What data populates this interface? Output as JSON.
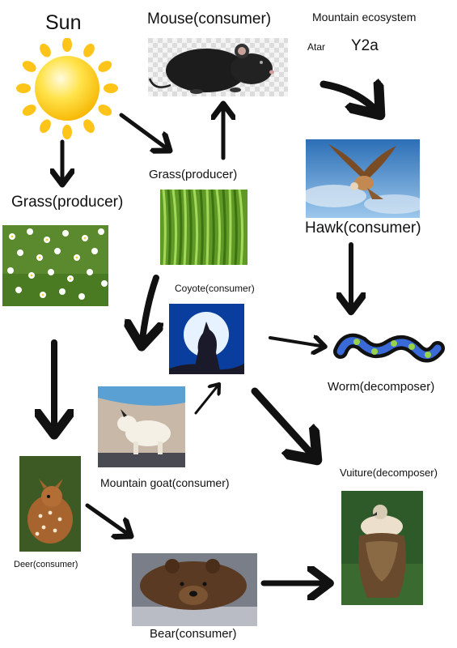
{
  "header": {
    "title": "Mountain ecosystem",
    "author": "Atar",
    "class_code": "Y2a"
  },
  "nodes": {
    "sun": "Sun",
    "mouse": "Mouse(consumer)",
    "grass_center": "Grass(producer)",
    "grass_left": "Grass(producer)",
    "hawk": "Hawk(consumer)",
    "coyote": "Coyote(consumer)",
    "worm": "Worm(decomposer)",
    "mountain_goat": "Mountain goat(consumer)",
    "vulture": "Vuiture(decomposer)",
    "deer": "Deer(consumer)",
    "bear": "Bear(consumer)"
  },
  "colors": {
    "arrow": "#111111",
    "sun": "#ffd21a"
  }
}
